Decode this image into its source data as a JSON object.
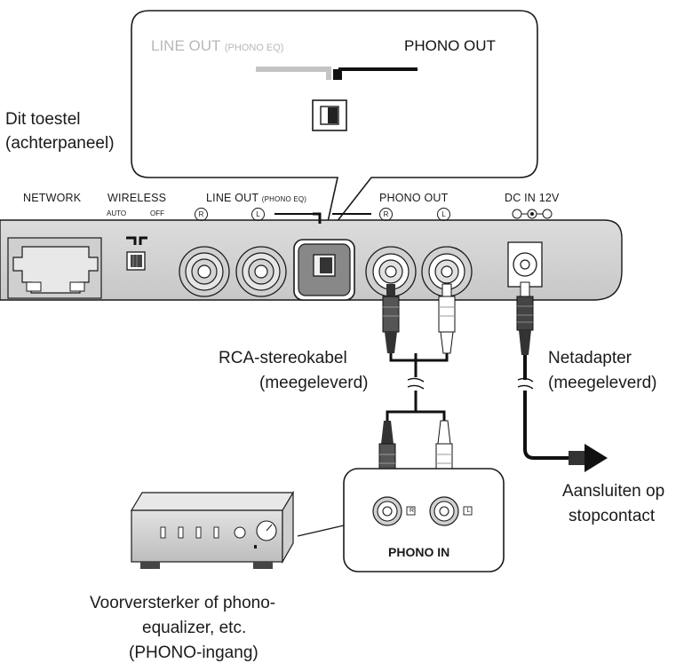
{
  "callout": {
    "line_out_label": "LINE OUT",
    "line_out_sub": "(PHONO EQ)",
    "phono_out_label": "PHONO OUT"
  },
  "device": {
    "name_line1": "Dit toestel",
    "name_line2": "(achterpaneel)"
  },
  "panel_labels": {
    "network": "NETWORK",
    "wireless": "WIRELESS",
    "auto": "AUTO",
    "off": "OFF",
    "line_out": "LINE OUT",
    "line_out_sub": "(PHONO EQ)",
    "phono_out": "PHONO OUT",
    "dc_in": "DC IN 12V",
    "r": "R",
    "l": "L"
  },
  "cables": {
    "rca_line1": "RCA-stereokabel",
    "rca_line2": "(meegeleverd)",
    "adapter_line1": "Netadapter",
    "adapter_line2": "(meegeleverd)",
    "outlet_line1": "Aansluiten op",
    "outlet_line2": "stopcontact"
  },
  "phono_in": {
    "label": "PHONO IN",
    "r": "R",
    "l": "L"
  },
  "preamp": {
    "line1": "Voorversterker of phono-",
    "line2": "equalizer, etc.",
    "line3": "(PHONO-ingang)"
  }
}
